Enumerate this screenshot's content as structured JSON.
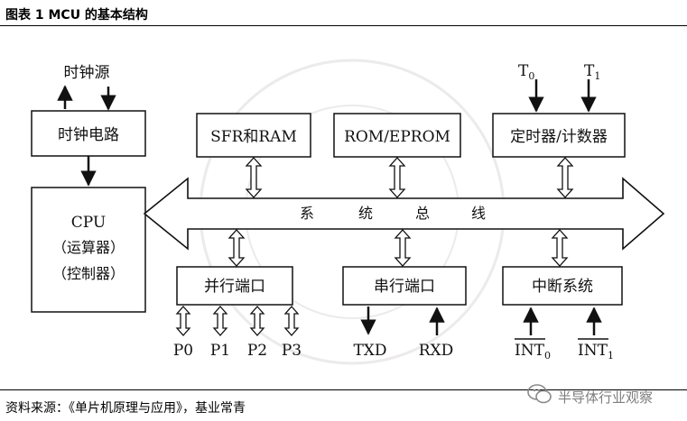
{
  "title": "图表 1 MCU 的基本结构",
  "source": "资料来源：《单片机原理与应用》，基业常青",
  "watermark": "半导体行业观察",
  "diagram": {
    "clock_source": "时钟源",
    "clock_circuit": "时钟电路",
    "cpu": "CPU",
    "cpu_sub1": "（运算器）",
    "cpu_sub2": "（控制器）",
    "sfr_ram": "SFR和RAM",
    "rom": "ROM/EPROM",
    "timer": "定时器/计数器",
    "bus": [
      "系",
      "统",
      "总",
      "线"
    ],
    "parallel": "并行端口",
    "serial": "串行端口",
    "interrupt": "中断系统",
    "t0_main": "T",
    "t0_sub": "0",
    "t1_main": "T",
    "t1_sub": "1",
    "ports": [
      "P0",
      "P1",
      "P2",
      "P3"
    ],
    "txd": "TXD",
    "rxd": "RXD",
    "int0_main": "INT",
    "int0_sub": "0",
    "int1_main": "INT",
    "int1_sub": "1"
  },
  "colors": {
    "line": "#111111",
    "seal": "#c9c4c4"
  }
}
